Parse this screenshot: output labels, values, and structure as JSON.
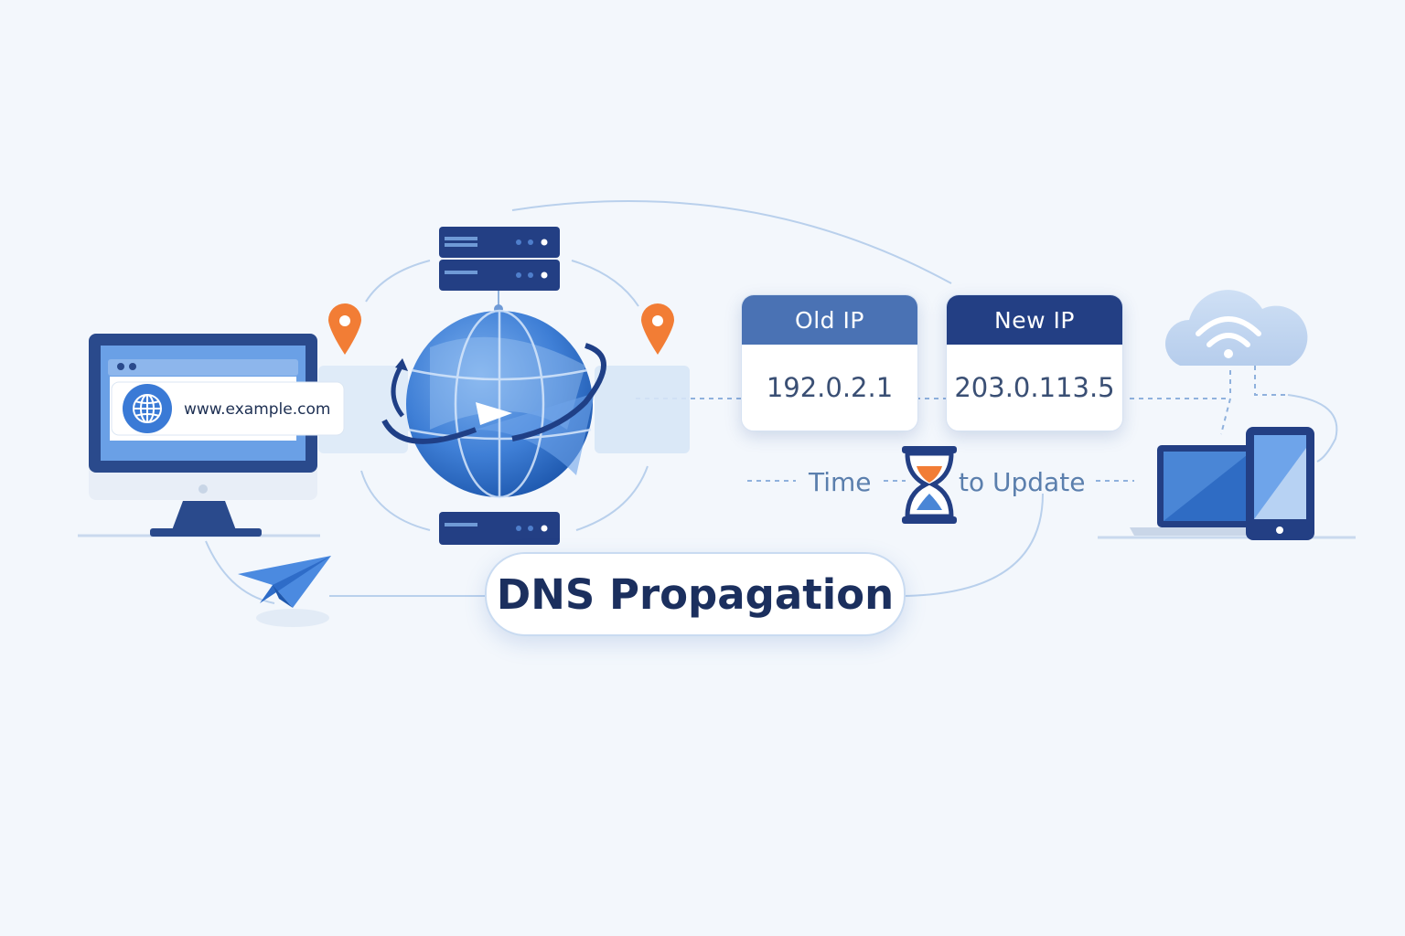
{
  "title": "DNS Propagation",
  "browser": {
    "url": "www.example.com"
  },
  "old_ip": {
    "label": "Old IP",
    "value": "192.0.2.1"
  },
  "new_ip": {
    "label": "New IP",
    "value": "203.0.113.5"
  },
  "time_to_update": {
    "left_text": "Time",
    "right_text": "to Update"
  },
  "icons": [
    "monitor-icon",
    "globe-icon",
    "server-icon",
    "location-pin-icon",
    "hourglass-icon",
    "cloud-wifi-icon",
    "laptop-icon",
    "tablet-icon",
    "paper-plane-icon"
  ],
  "colors": {
    "navy": "#233f84",
    "blue": "#4a72b4",
    "accent_orange": "#f27d35",
    "background": "#f3f7fc"
  }
}
